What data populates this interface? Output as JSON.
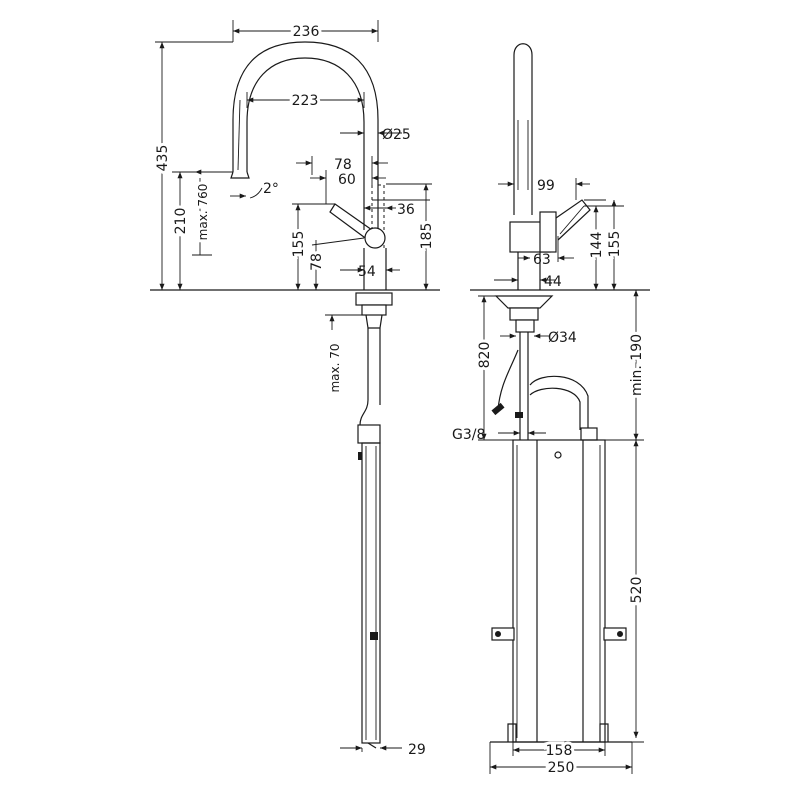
{
  "dimensions": {
    "d236": "236",
    "d223": "223",
    "d435": "435",
    "d25": "Ø25",
    "d78_top": "78",
    "d60": "60",
    "d2deg": "2°",
    "d210": "210",
    "dmax760": "max. 760",
    "d36": "36",
    "d155_left": "155",
    "d185": "185",
    "d78_low": "78",
    "d54": "54",
    "dmax70": "max. 70",
    "d29": "29",
    "d99": "99",
    "d144": "144",
    "d155_right": "155",
    "d63": "63",
    "d44": "44",
    "d820": "820",
    "d34": "Ø34",
    "dmin190": "min. 190",
    "dG38": "G3/8",
    "d520": "520",
    "d158": "158",
    "d250": "250"
  }
}
